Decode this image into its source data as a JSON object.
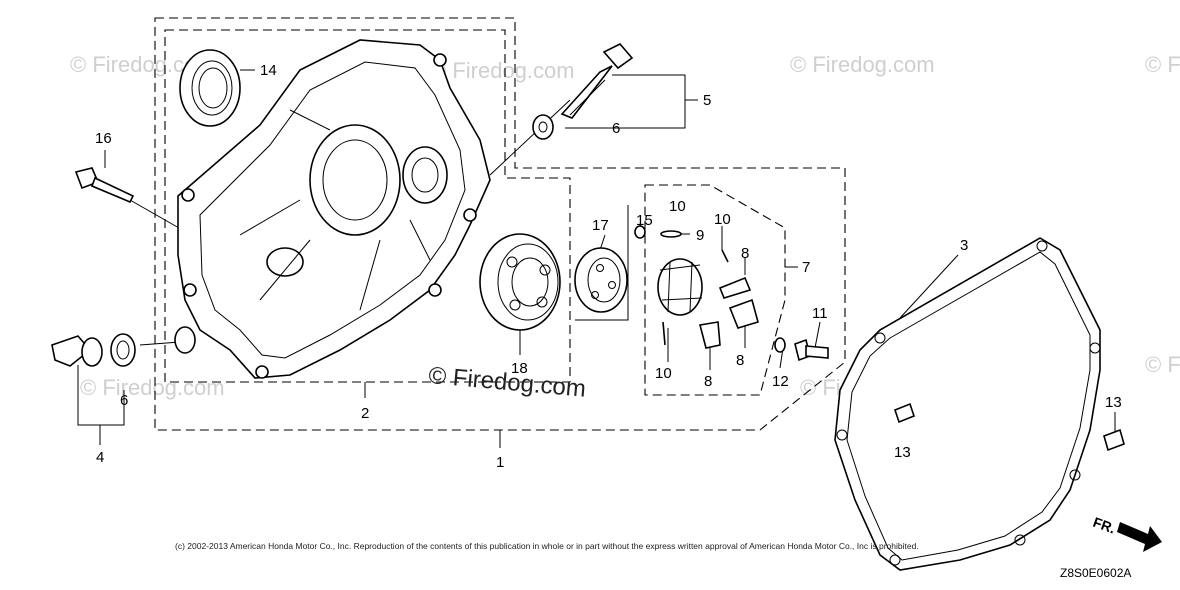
{
  "watermarks": {
    "main": "© Firedog.com",
    "faint": "© Firedog.com",
    "faint_short": "© F"
  },
  "callouts": {
    "c1": "1",
    "c2": "2",
    "c3": "3",
    "c4": "4",
    "c5": "5",
    "c6a": "6",
    "c6b": "6",
    "c7": "7",
    "c8a": "8",
    "c8b": "8",
    "c8c": "8",
    "c9": "9",
    "c10a": "10",
    "c10b": "10",
    "c10c": "10",
    "c11": "11",
    "c12": "12",
    "c13a": "13",
    "c13b": "13",
    "c14": "14",
    "c15": "15",
    "c16": "16",
    "c17": "17",
    "c18": "18"
  },
  "copyright": "(c) 2002-2013 American Honda Motor Co., Inc. Reproduction of the contents of this publication in whole or in part without the express written approval of American Honda Motor Co., Inc is prohibited.",
  "diagram_code": "Z8S0E0602A",
  "direction_label": "FR."
}
